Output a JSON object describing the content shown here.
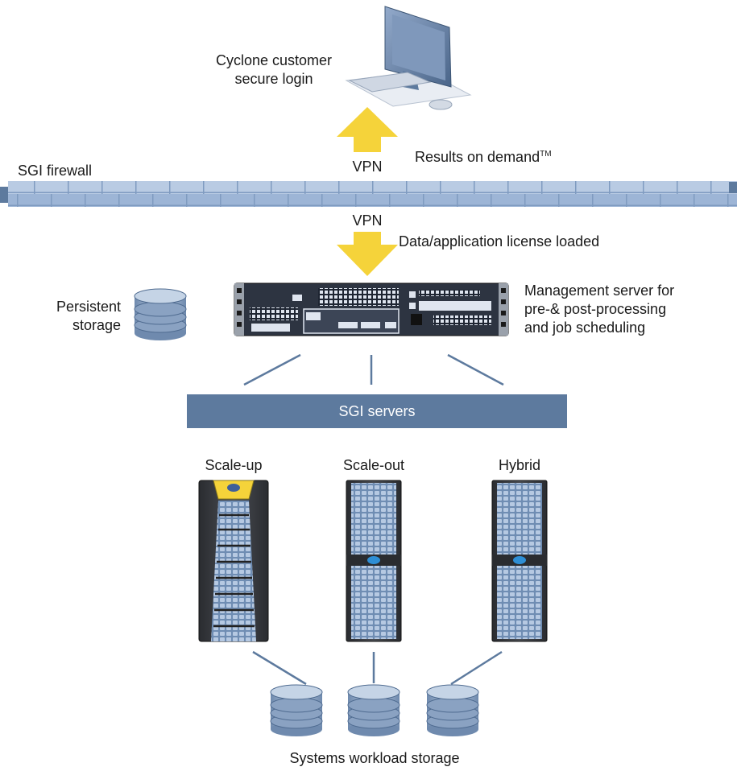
{
  "labels": {
    "customer_line1": "Cyclone customer",
    "customer_line2": "secure login",
    "results": "Results on demand",
    "results_tm": "TM",
    "firewall": "SGI firewall",
    "vpn_top": "VPN",
    "vpn_bottom": "VPN",
    "data_loaded": "Data/application license loaded",
    "persistent_line1": "Persistent",
    "persistent_line2": "storage",
    "mgmt_line1": "Management server for",
    "mgmt_line2": "pre-& post-processing",
    "mgmt_line3": "and job scheduling",
    "sgi_servers": "SGI servers",
    "scale_up": "Scale-up",
    "scale_out": "Scale-out",
    "hybrid": "Hybrid",
    "workload_storage": "Systems workload storage"
  },
  "colors": {
    "accent_blue": "#5d7a9e",
    "arrow_yellow": "#f5d33a",
    "firewall_blue": "#b9cbe3",
    "rack_dark": "#3a3d42",
    "disk_grey": "#9fb4cc"
  },
  "icons": [
    "computer-icon",
    "firewall-icon",
    "server-icon",
    "database-icon",
    "rack-icon"
  ]
}
